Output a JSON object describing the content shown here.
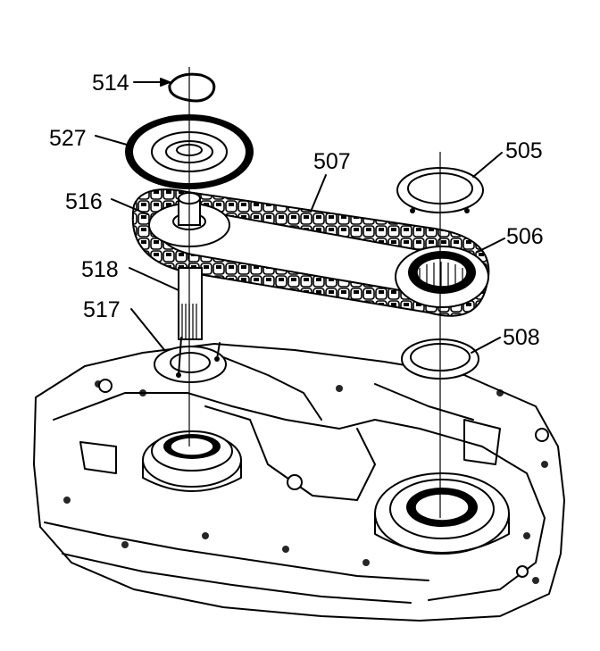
{
  "callouts": [
    {
      "id": "c514",
      "text": "514"
    },
    {
      "id": "c527",
      "text": "527"
    },
    {
      "id": "c516",
      "text": "516"
    },
    {
      "id": "c518",
      "text": "518"
    },
    {
      "id": "c517",
      "text": "517"
    },
    {
      "id": "c507",
      "text": "507"
    },
    {
      "id": "c505",
      "text": "505"
    },
    {
      "id": "c506",
      "text": "506"
    },
    {
      "id": "c508",
      "text": "508"
    }
  ]
}
